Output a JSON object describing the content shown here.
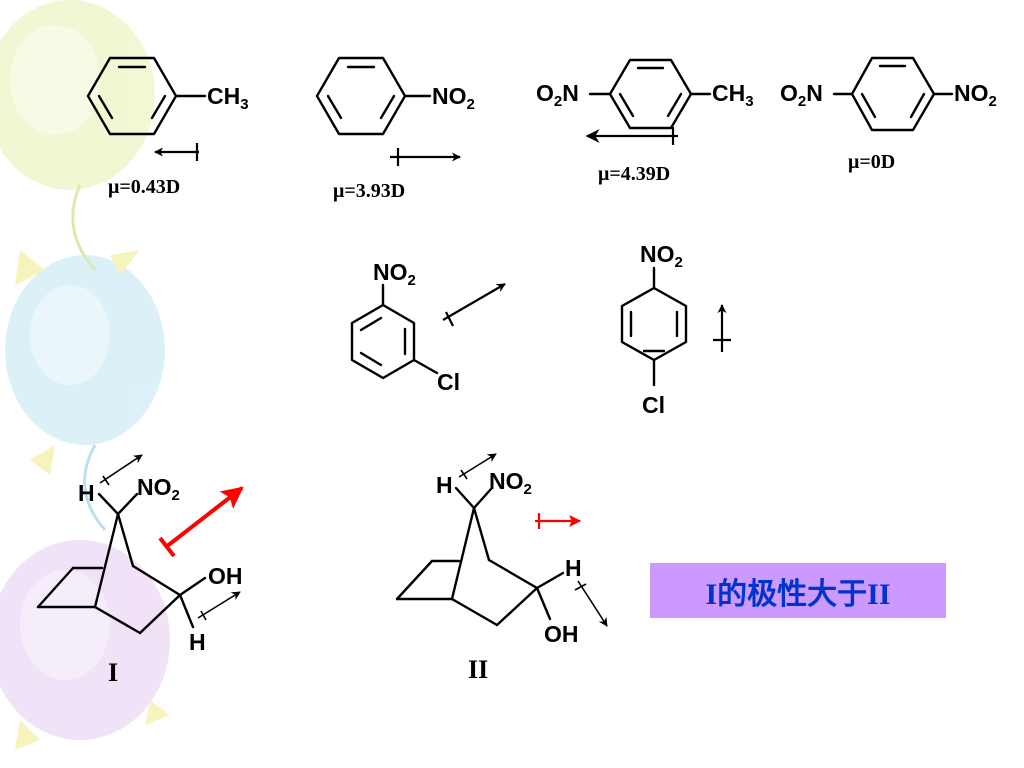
{
  "background": {
    "decoration": "pastel-balloons",
    "colors": [
      "#eaf6c4",
      "#d2ecf7",
      "#ead7f5"
    ]
  },
  "molecules": {
    "toluene": {
      "substituent": "CH",
      "sub": "3",
      "moment": "μ=0.43D"
    },
    "nitrobenzene": {
      "substituent": "NO",
      "sub": "2",
      "moment": "μ=3.93D"
    },
    "p_nitrotoluene": {
      "left": "O",
      "left_sub": "2",
      "left_n": "N",
      "right": "CH",
      "right_sub": "3",
      "moment": "μ=4.39D"
    },
    "p_dinitrobenzene": {
      "left": "O",
      "left_sub": "2",
      "left_n": "N",
      "right": "NO",
      "right_sub": "2",
      "moment": "μ=0D"
    },
    "m_chloronitrobenzene": {
      "top": "NO",
      "top_sub": "2",
      "bottom": "Cl"
    },
    "p_chloronitrobenzene": {
      "top": "NO",
      "top_sub": "2",
      "bottom": "Cl"
    },
    "compound_I": {
      "h_top": "H",
      "nitro": "NO",
      "nitro_sub": "2",
      "oh": "OH",
      "h_bottom": "H",
      "label": "I"
    },
    "compound_II": {
      "h_top": "H",
      "nitro": "NO",
      "nitro_sub": "2",
      "h_right": "H",
      "oh": "OH",
      "label": "II"
    }
  },
  "conclusion": {
    "text": "I的极性大于II",
    "background": "#cc99ff",
    "color": "#0033cc"
  },
  "colors": {
    "accent_arrow": "#ff0000"
  }
}
